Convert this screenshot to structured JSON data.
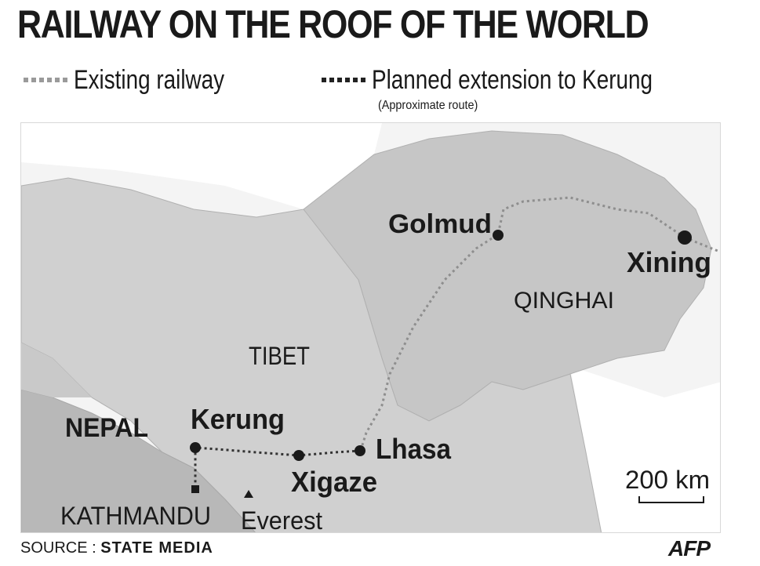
{
  "title": "RAILWAY ON THE ROOF OF THE WORLD",
  "legend": {
    "existing": "Existing railway",
    "planned": "Planned extension to Kerung",
    "planned_note": "(Approximate route)"
  },
  "places": {
    "golmud": "Golmud",
    "xining": "Xining",
    "qinghai": "QINGHAI",
    "tibet": "TIBET",
    "nepal": "NEPAL",
    "kerung": "Kerung",
    "lhasa": "Lhasa",
    "xigaze": "Xigaze",
    "kathmandu": "KATHMANDU",
    "everest": "Everest"
  },
  "scale": "200 km",
  "source": {
    "label": "SOURCE : ",
    "value": "STATE MEDIA"
  },
  "credit": "AFP",
  "colors": {
    "tibet_fill": "#cfcfcf",
    "region_fill": "#c4c4c4",
    "background": "#f4f4f4",
    "existing_line": "#999999",
    "planned_line": "#222222",
    "border": "#bdbdbd"
  }
}
